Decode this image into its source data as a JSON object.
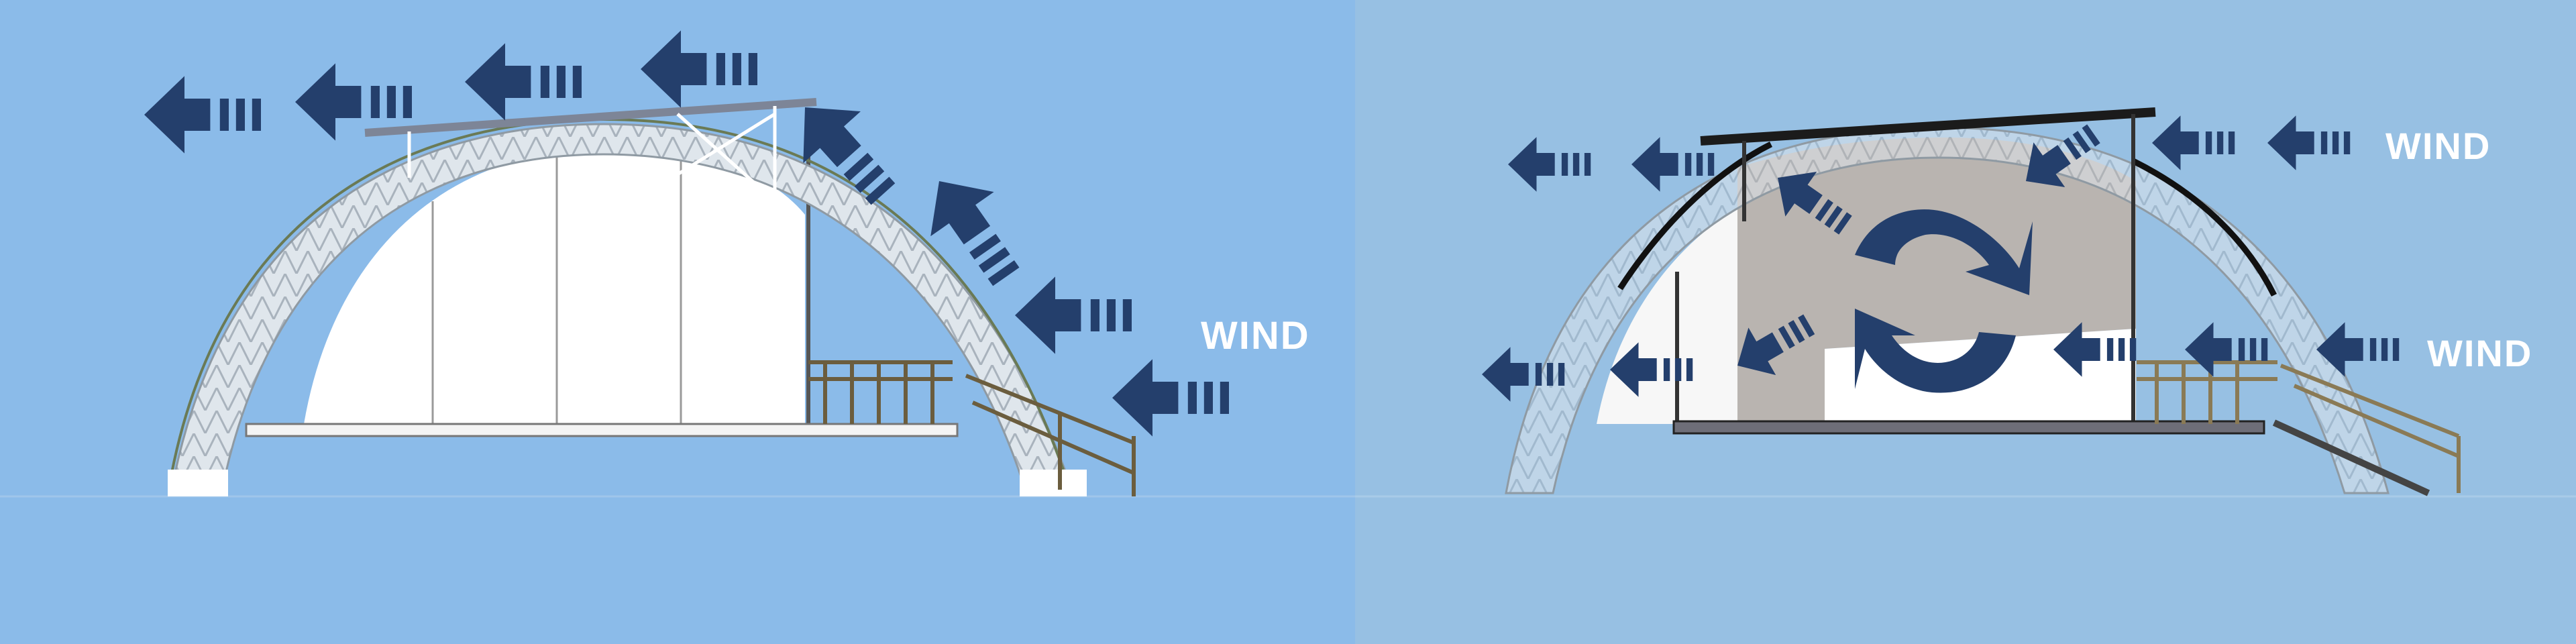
{
  "colors": {
    "left_background": "#8bbbe9",
    "right_background": "#97c0e3",
    "arrow": "#243f6c",
    "interior_left": "#ffffff",
    "interior_right_shadow": "#b9b4b0",
    "truss": "#e8ecef"
  },
  "left_panel": {
    "wind_label": "WIND",
    "icons": [
      "wind-arrow-icon"
    ]
  },
  "right_panel": {
    "wind_label_top": "WIND",
    "wind_label_bottom": "WIND",
    "icons": [
      "wind-arrow-icon",
      "circulation-arrows-icon"
    ]
  }
}
